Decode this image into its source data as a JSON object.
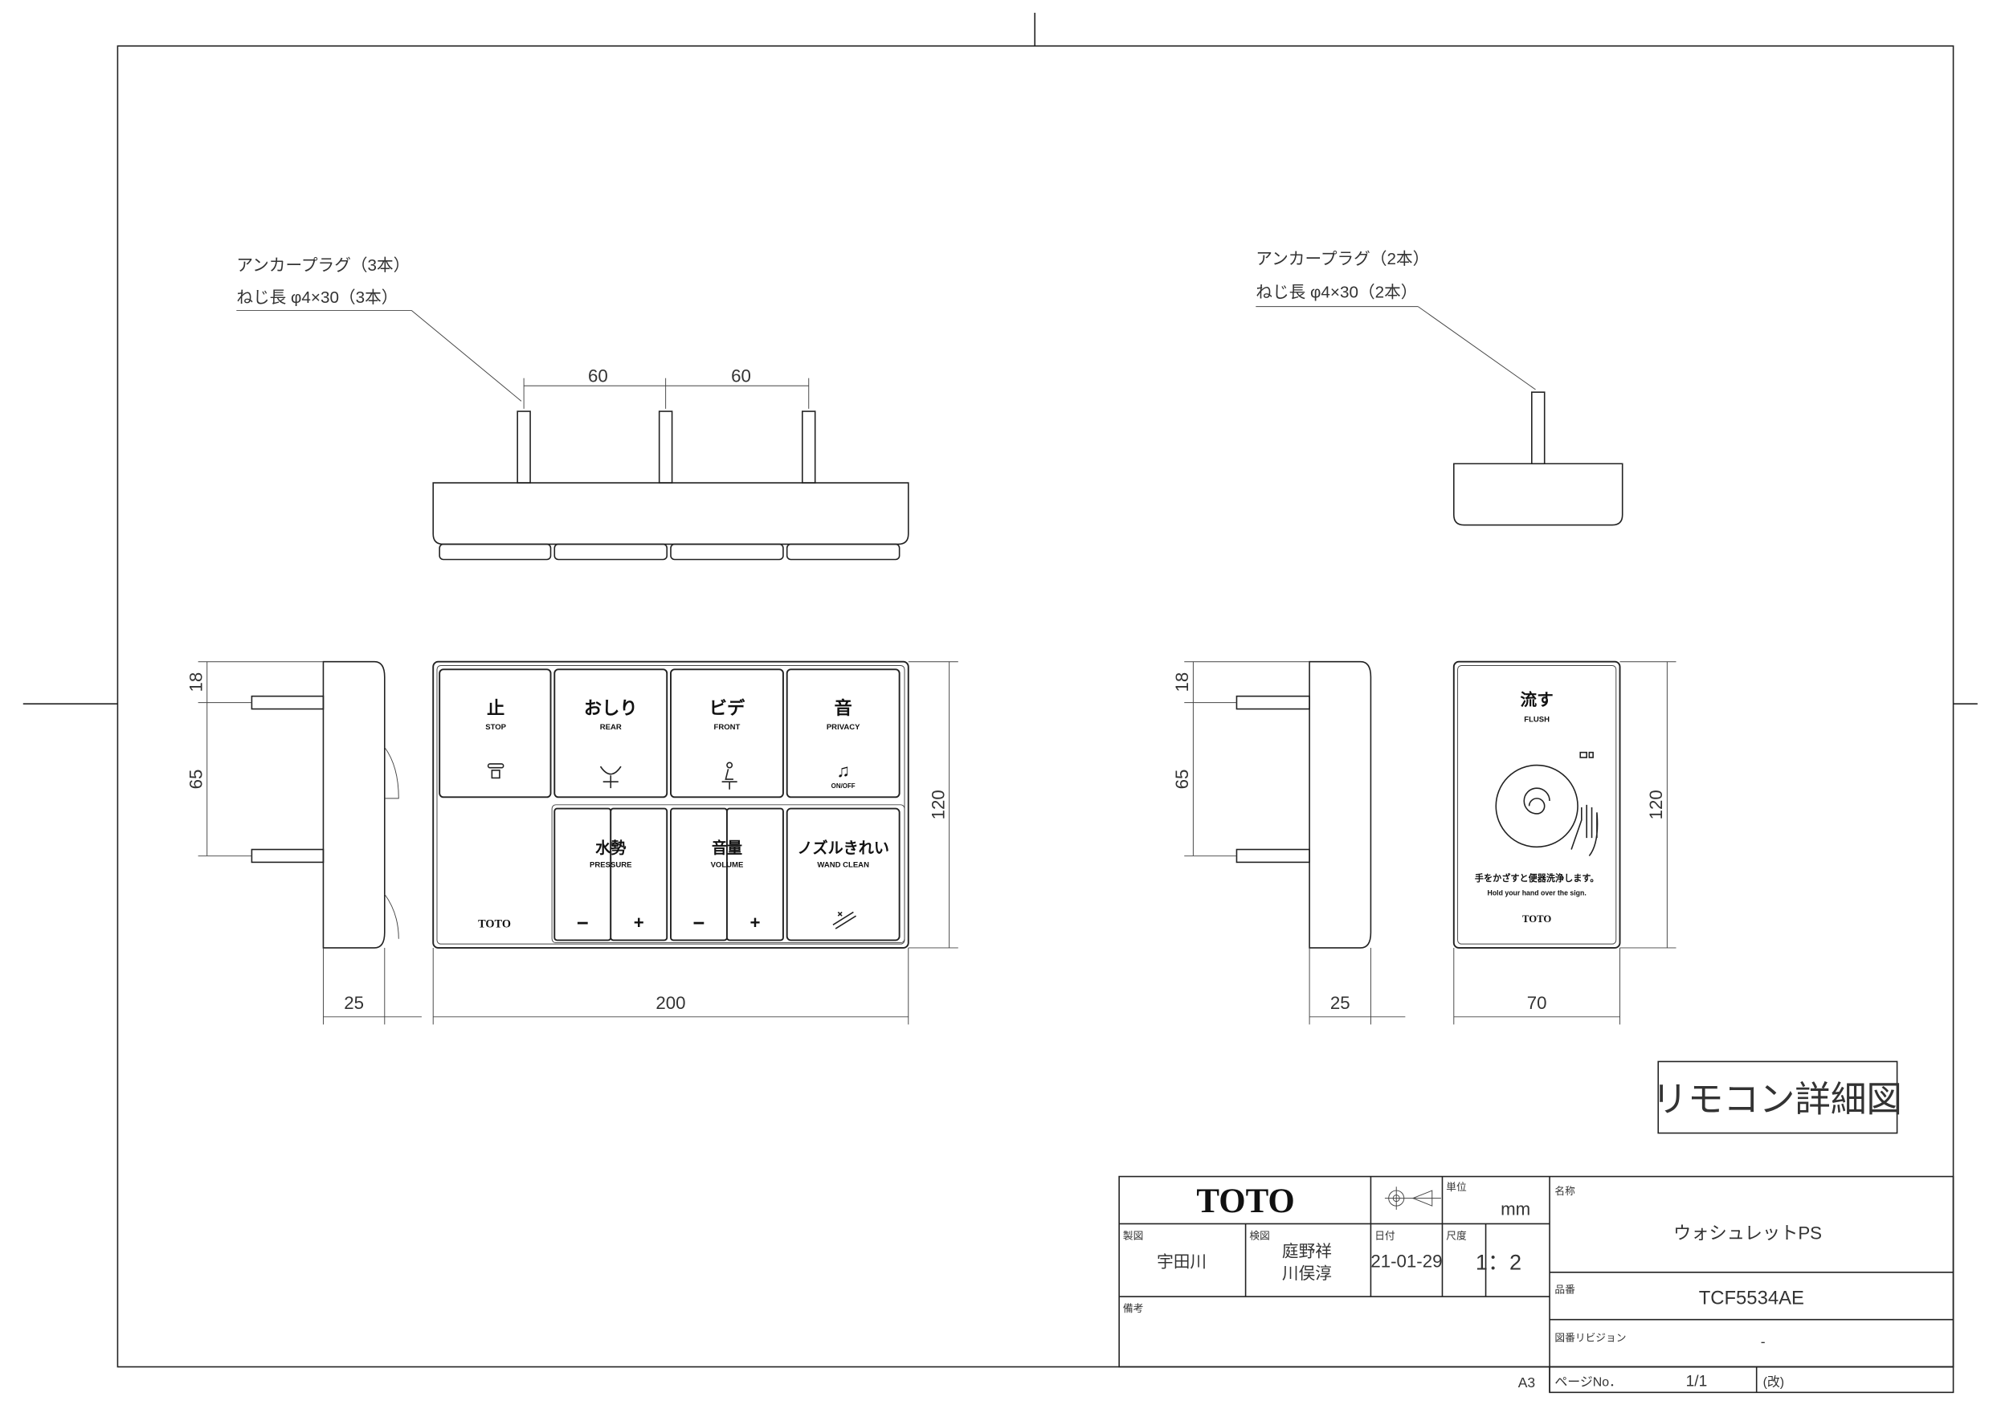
{
  "annotations": {
    "left_anchor_line1": "アンカープラグ（3本）",
    "left_anchor_line2": "ねじ長 φ4×30（3本）",
    "right_anchor_line1": "アンカープラグ（2本）",
    "right_anchor_line2": "ねじ長 φ4×30（2本）"
  },
  "dimensions": {
    "peg_spacing_1": "60",
    "peg_spacing_2": "60",
    "left_side_top": "18",
    "left_side_pitch": "65",
    "left_side_depth": "25",
    "main_width": "200",
    "main_height": "120",
    "right_side_top": "18",
    "right_side_pitch": "65",
    "right_side_depth": "25",
    "flush_width": "70",
    "flush_height": "120"
  },
  "main_remote": {
    "buttons": [
      {
        "jp": "止",
        "en": "STOP",
        "icon": "stop-icon"
      },
      {
        "jp": "おしり",
        "en": "REAR",
        "icon": "rear-wash-icon"
      },
      {
        "jp": "ビデ",
        "en": "FRONT",
        "icon": "front-wash-icon"
      },
      {
        "jp": "音",
        "en": "PRIVACY",
        "icon": "music-note-icon",
        "sub": "ON/OFF"
      }
    ],
    "pressure": {
      "jp": "水勢",
      "en": "PRESSURE",
      "minus": "−",
      "plus": "+"
    },
    "volume": {
      "jp": "音量",
      "en": "VOLUME",
      "minus": "−",
      "plus": "+"
    },
    "wand": {
      "jp": "ノズルきれい",
      "en": "WAND CLEAN",
      "icon": "wand-clean-icon"
    },
    "logo": "TOTO"
  },
  "flush_remote": {
    "jp": "流す",
    "en": "FLUSH",
    "instruction_jp": "手をかざすと便器洗浄します。",
    "instruction_en": "Hold your hand over the sign.",
    "logo": "TOTO",
    "icons": [
      "battery-icon",
      "swirl-sensor-icon",
      "hand-icon"
    ]
  },
  "drawing_label": "リモコン詳細図",
  "title_block": {
    "logo": "TOTO",
    "projection_icon": "third-angle-projection-icon",
    "unit_label": "単位",
    "unit": "mm",
    "drawn_label": "製図",
    "drawn_by": "宇田川",
    "checked_label": "検図",
    "checked_by_1": "庭野祥",
    "checked_by_2": "川俣淳",
    "date_label": "日付",
    "date": "21-01-29",
    "scale_label": "尺度",
    "scale": "1：2",
    "remarks_label": "備考",
    "name_label": "名称",
    "name": "ウォシュレットPS",
    "part_label": "品番",
    "part_no": "TCF5534AE",
    "revision_label": "図番リビジョン",
    "revision": "-",
    "paper_size": "A3",
    "page_label": "ページNo．",
    "page": "1/1",
    "rev_mark": "(改)"
  }
}
